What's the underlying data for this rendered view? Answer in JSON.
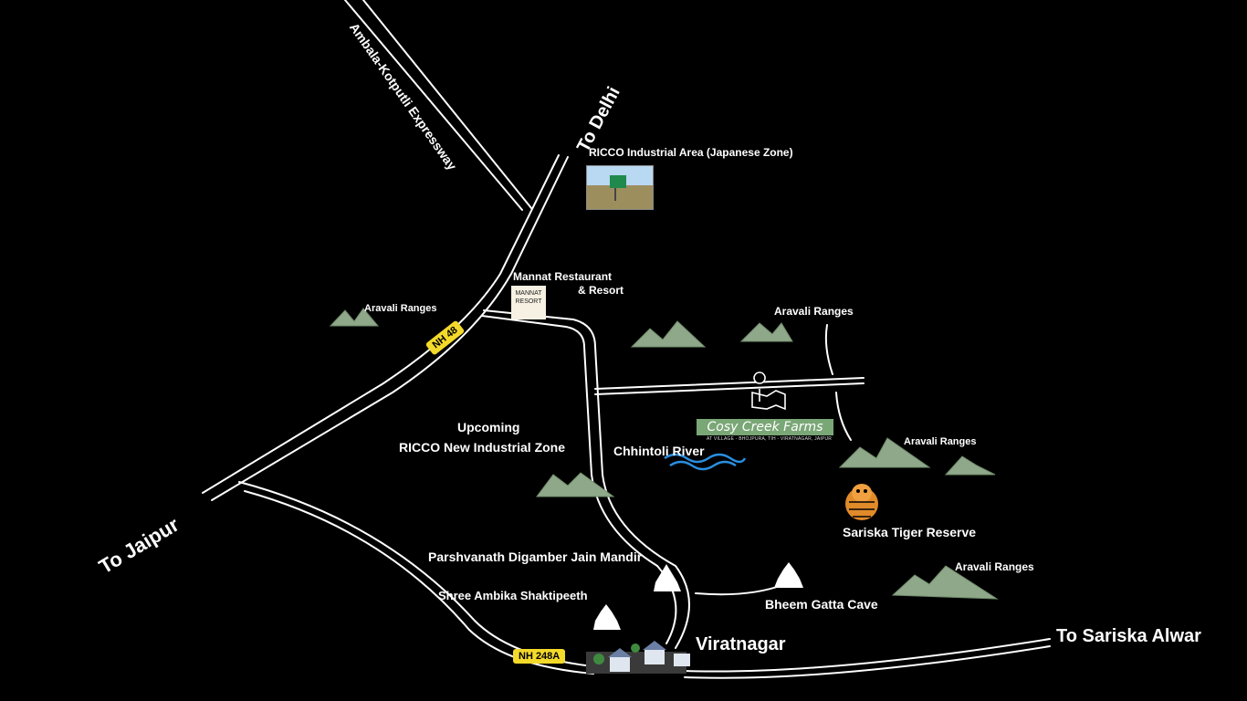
{
  "roads": {
    "to_delhi": "To Delhi",
    "to_jaipur": "To Jaipur",
    "expressway": "Ambala-Kotputli Expressway",
    "to_sariska": "To Sariska Alwar"
  },
  "badges": {
    "nh48": "NH 48",
    "nh248a": "NH 248A"
  },
  "places": {
    "ricco_industrial": "RICCO Industrial Area (Japanese Zone)",
    "mannat_line1": "Mannat Restaurant",
    "mannat_line2": "& Resort",
    "mannat_logo": "MANNAT RESORT",
    "upcoming_line1": "Upcoming",
    "upcoming_line2": "RICCO New Industrial Zone",
    "river": "Chhintoli River",
    "farm_name": "Cosy Creek Farms",
    "farm_address": "AT VILLAGE - BHOJPURA, TIH - VIRATNAGAR, JAIPUR",
    "tiger_reserve": "Sariska Tiger Reserve",
    "jain_mandir": "Parshvanath Digamber Jain Mandir",
    "ambika": "Shree Ambika Shaktipeeth",
    "bheem": "Bheem Gatta Cave",
    "viratnagar": "Viratnagar"
  },
  "ranges": {
    "r1": "Aravali Ranges",
    "r2": "Aravali Ranges",
    "r3": "Aravali Ranges",
    "r4": "Aravali Ranges"
  },
  "colors": {
    "background": "#000000",
    "road": "#ffffff",
    "mountain": "#8fa88a",
    "badge": "#f3d92a",
    "river": "#2a8fe0",
    "farm_label": "#7aa776"
  },
  "icons": [
    "mountain-icon",
    "map-pin-icon",
    "tiger-icon",
    "temple-icon",
    "village-icon",
    "river-waves-icon",
    "resort-logo-icon",
    "industrial-photo"
  ]
}
